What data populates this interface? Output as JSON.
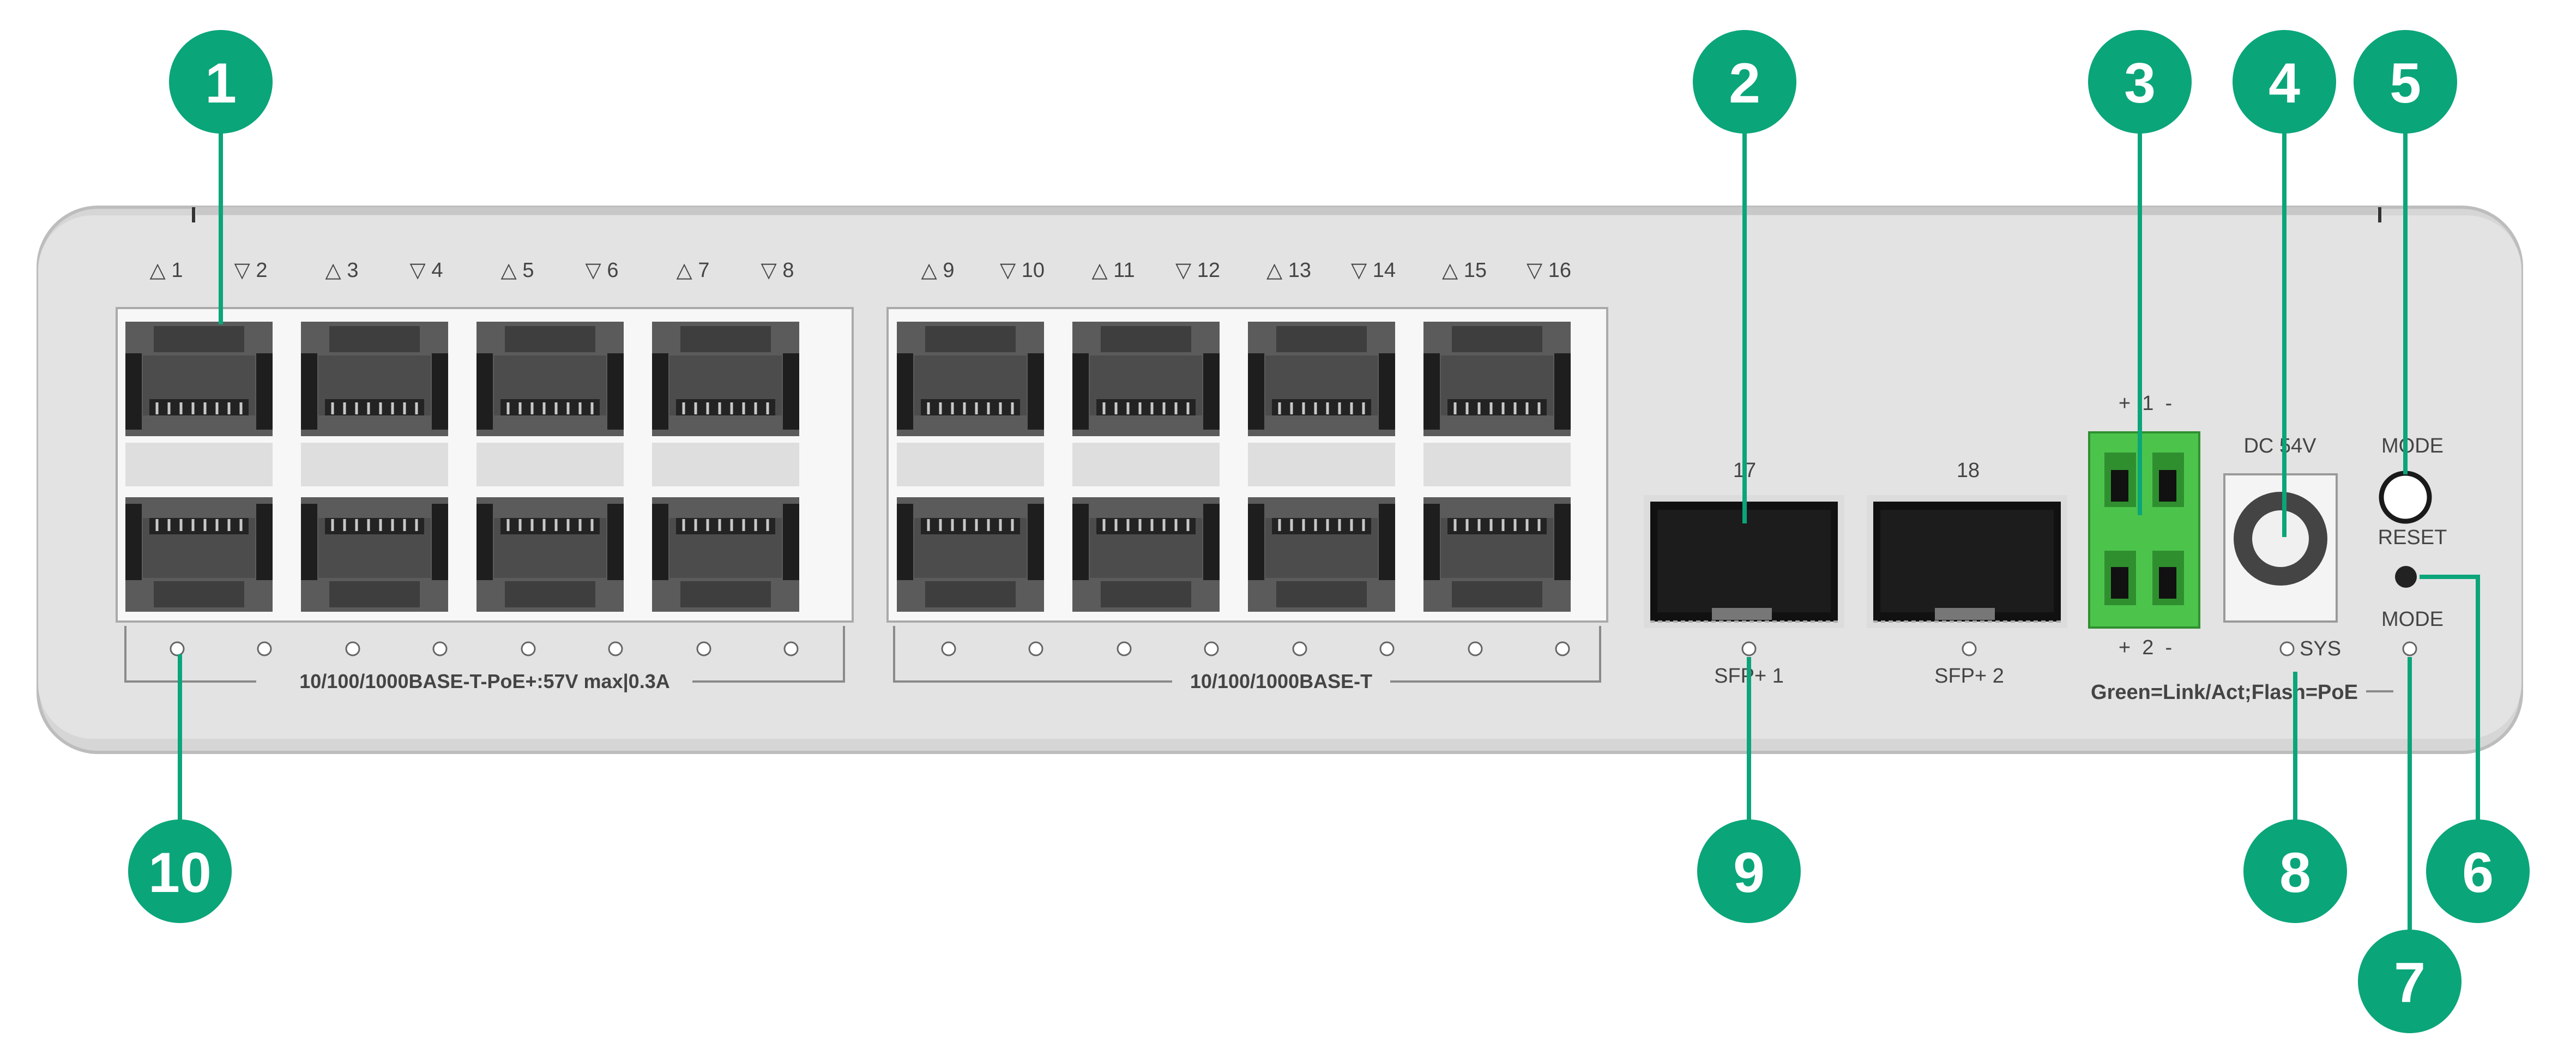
{
  "rj45_port_labels": [
    "△ 1",
    "▽ 2",
    "△ 3",
    "▽ 4",
    "△ 5",
    "▽ 6",
    "△ 7",
    "▽ 8",
    "△ 9",
    "▽ 10",
    "△ 11",
    "▽ 12",
    "△ 13",
    "▽ 14",
    "△ 15",
    "▽ 16"
  ],
  "group1_label": "10/100/1000BASE-T-PoE+:57V max|0.3A",
  "group2_label": "10/100/1000BASE-T",
  "sfp_numbers": [
    "17",
    "18"
  ],
  "sfp_labels": [
    "SFP+ 1",
    "SFP+ 2"
  ],
  "terminal": {
    "top": "+  1  -",
    "bottom": "+  2  -"
  },
  "power_label": "DC 54V",
  "mode_button_label": "MODE",
  "reset_label": "RESET",
  "mode_led_label": "MODE",
  "sys_led_label": "SYS",
  "led_legend": "Green=Link/Act;Flash=PoE",
  "callouts": [
    "1",
    "2",
    "3",
    "4",
    "5",
    "6",
    "7",
    "8",
    "9",
    "10"
  ],
  "colors": {
    "callout": "#0ba57a",
    "terminal_block": "#4cc44c",
    "chassis": "#e2e2e2",
    "port": "#5e5e5e"
  }
}
